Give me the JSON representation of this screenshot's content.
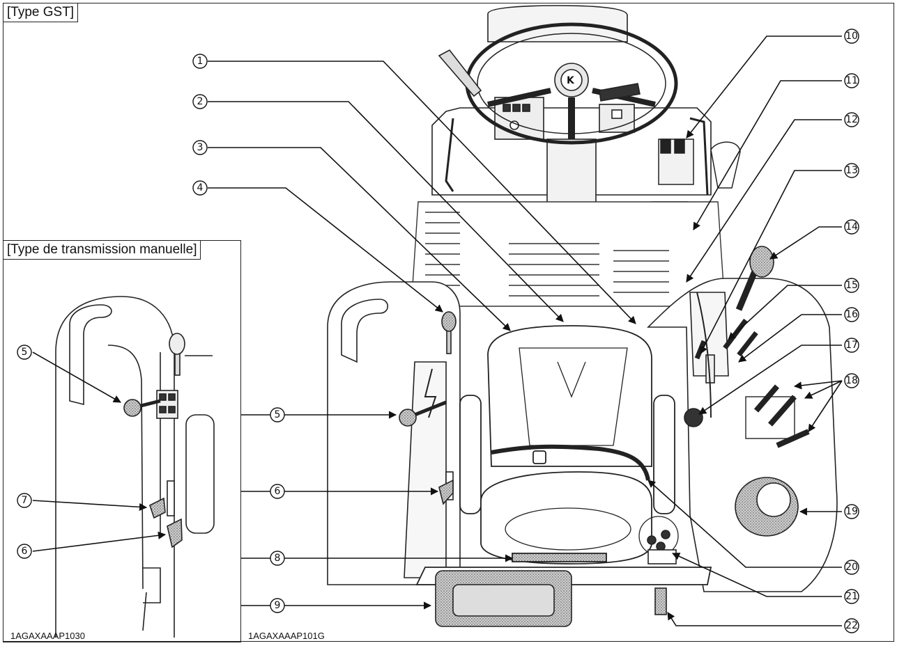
{
  "main_label": "[Type GST]",
  "inset_label": "[Type de transmission manuelle]",
  "main_code": "1AGAXAAAP101G",
  "inset_code": "1AGAXAAAP1030",
  "callouts": [
    "1",
    "2",
    "3",
    "4",
    "5",
    "6",
    "7",
    "8",
    "9",
    "10",
    "11",
    "12",
    "13",
    "14",
    "15",
    "16",
    "17",
    "18",
    "19",
    "20",
    "21",
    "22"
  ],
  "inset_callouts": [
    "5",
    "7",
    "6"
  ]
}
